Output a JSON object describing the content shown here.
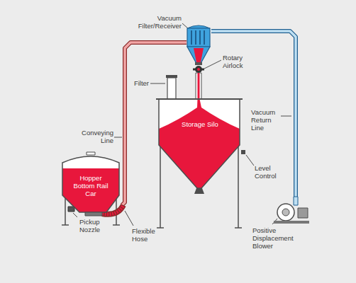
{
  "diagram": {
    "nodes": [
      {
        "text": [
          "Vacuum Filter/Receiver"
        ]
      },
      {
        "text": [
          "Hopper Bottom Rail Car"
        ]
      },
      {
        "text": [
          "Storage Silo"
        ]
      },
      {
        "text": [
          "Positive Displacement Blower"
        ]
      }
    ],
    "edges": [
      {
        "from": 1,
        "to": 0,
        "arrow": "none"
      },
      {
        "from": 0,
        "to": 3,
        "arrow": "none"
      }
    ],
    "labels": [
      "Conveying Line",
      "Filter",
      "Rotary Airlock",
      "Vacuum Return Line",
      "Level Control",
      "Pickup Nozzle",
      "Flexible Hose"
    ]
  }
}
